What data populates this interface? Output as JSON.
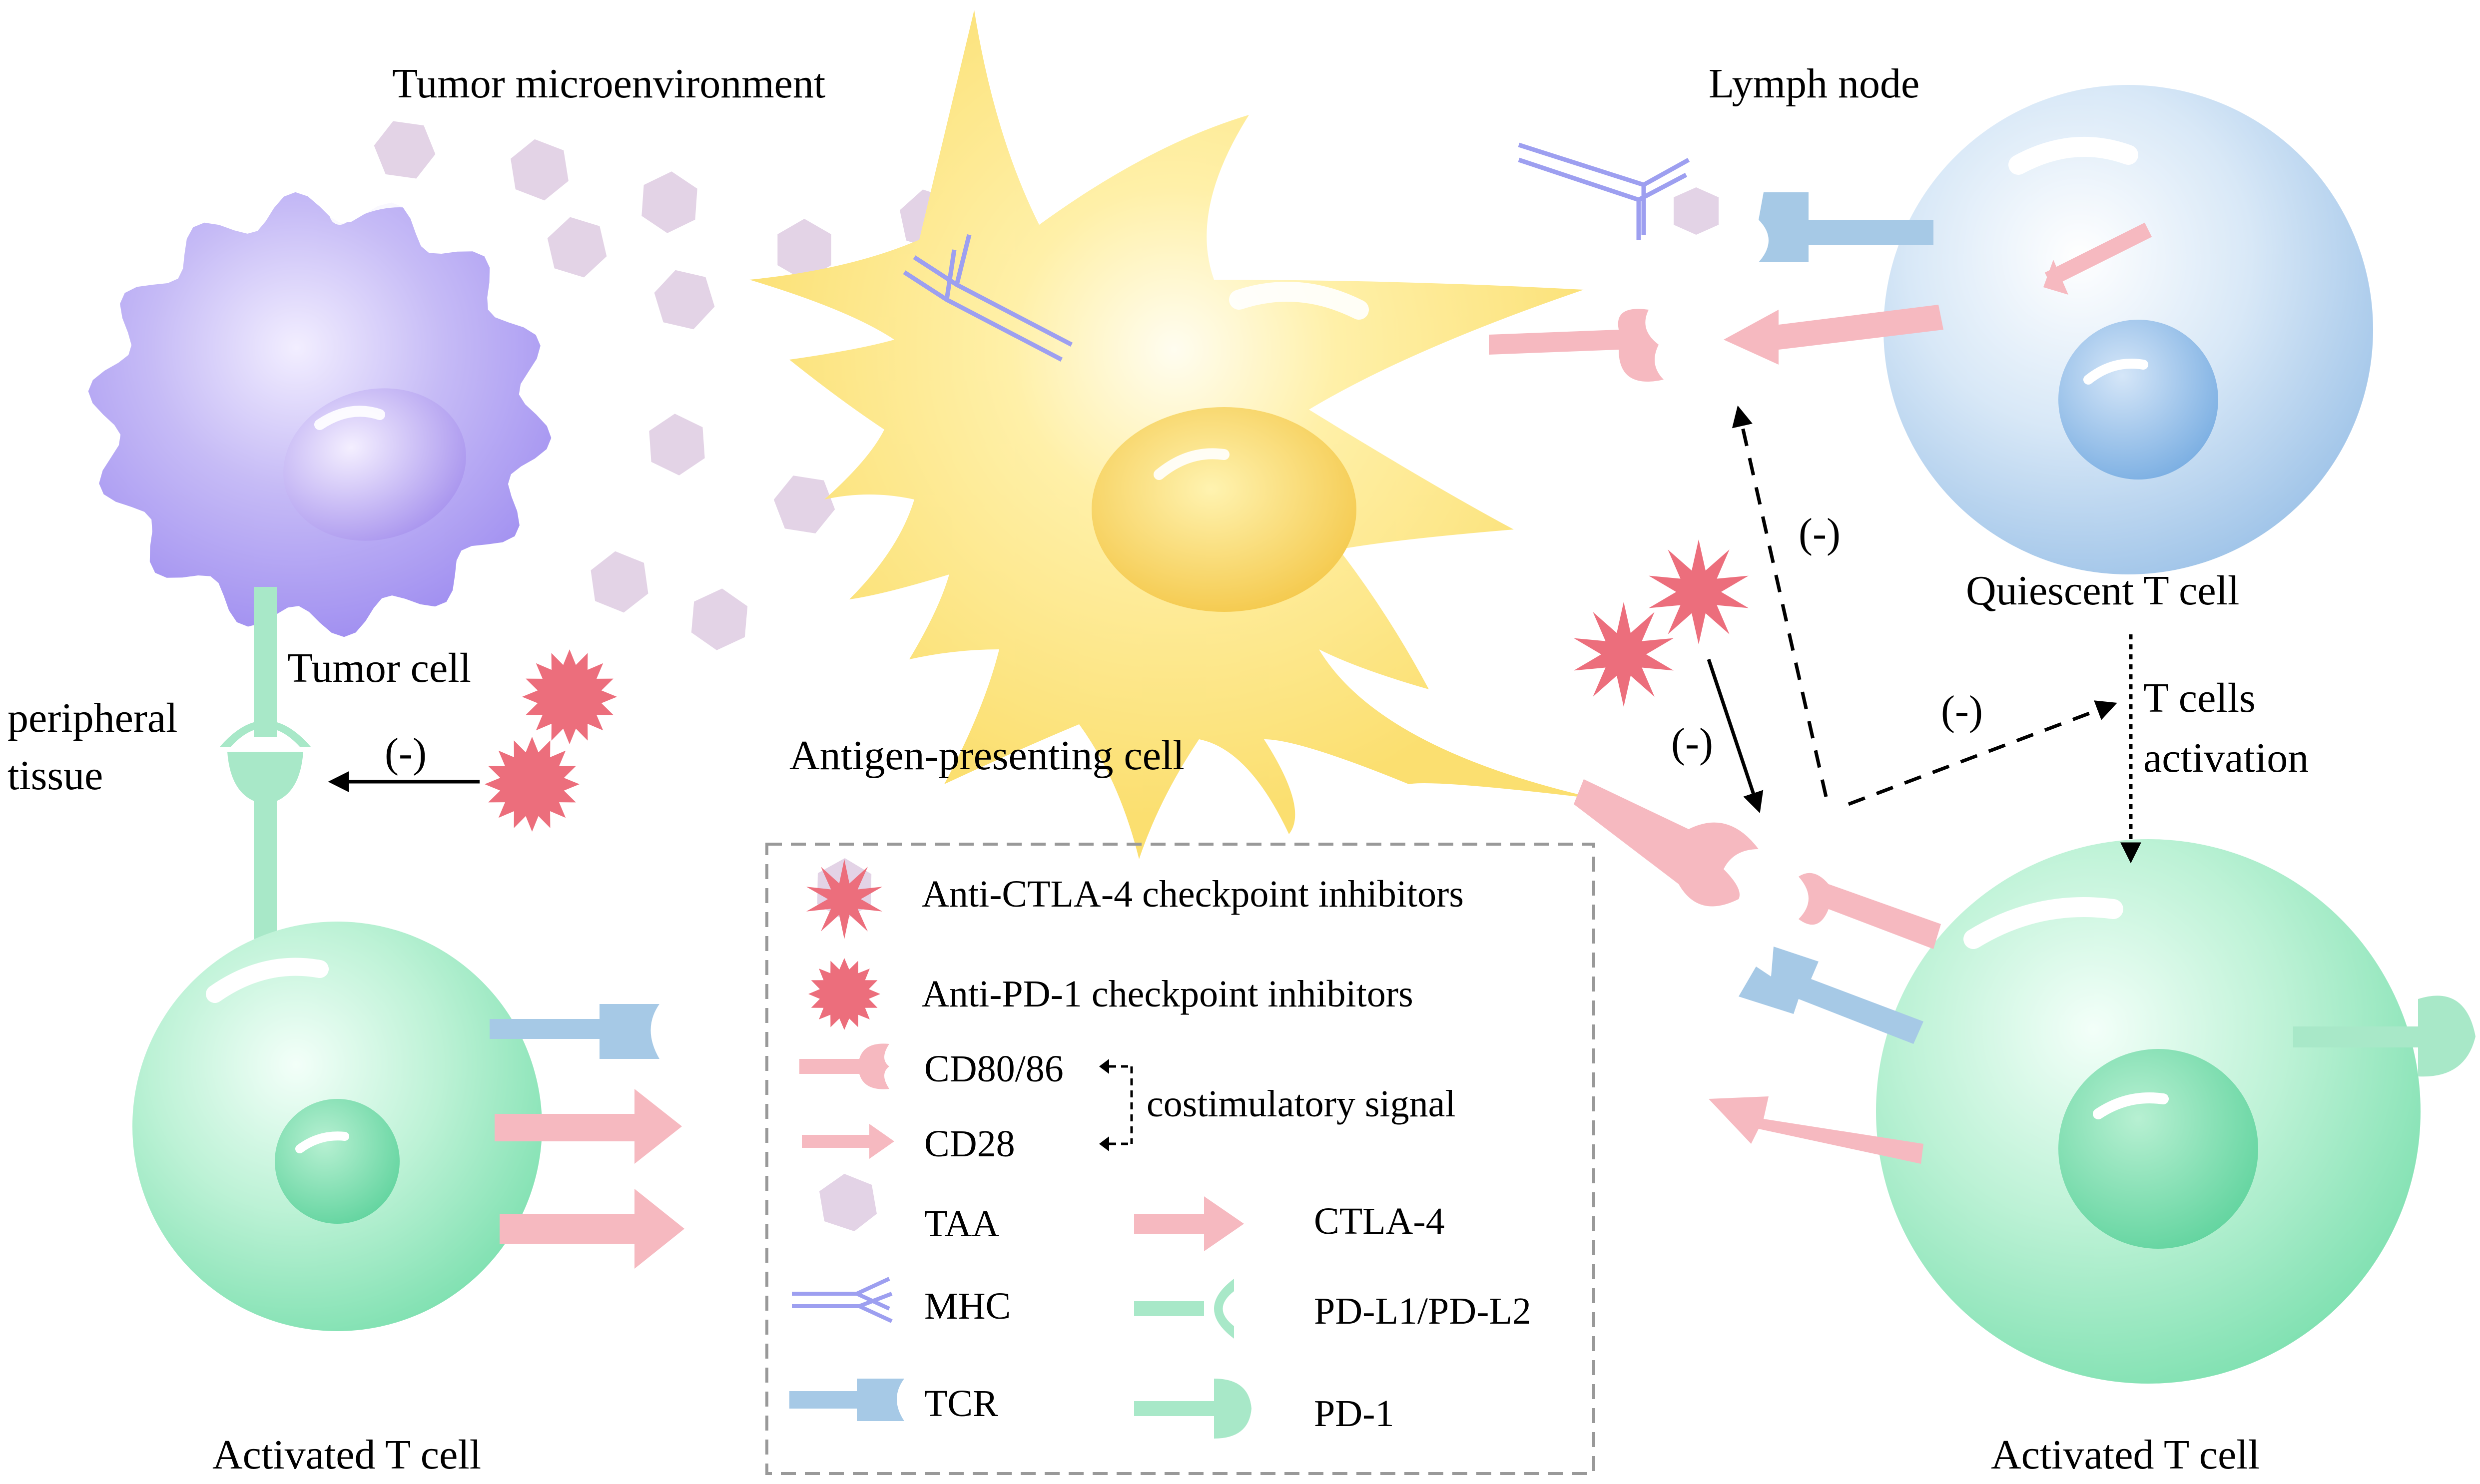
{
  "labels": {
    "tumor_microenvironment": "Tumor microenvironment",
    "lymph_node": "Lymph node",
    "tumor_cell": "Tumor cell",
    "peripheral": "peripheral",
    "tissue": "tissue",
    "antigen_presenting_cell": "Antigen-presenting cell",
    "quiescent_t_cell": "Quiescent T cell",
    "t_cells": "T cells",
    "activation": "activation",
    "activated_t_cell_left": "Activated T cell",
    "activated_t_cell_right": "Activated T cell",
    "inhibit_pd1": "(-)",
    "inhibit_dashed_up": "(-)",
    "inhibit_dashed_right": "(-)",
    "inhibit_ctla4": "(-)"
  },
  "legend": {
    "anti_ctla4": "Anti-CTLA-4 checkpoint inhibitors",
    "anti_pd1": "Anti-PD-1 checkpoint inhibitors",
    "cd80_86": "CD80/86",
    "cd28": "CD28",
    "costimulatory": "costimulatory signal",
    "taa": "TAA",
    "mhc": "MHC",
    "tcr": "TCR",
    "ctla4": "CTLA-4",
    "pdl1_pdl2": "PD-L1/PD-L2",
    "pd1": "PD-1"
  },
  "colors": {
    "tumor_cell": "#b3a6f2",
    "apc": "#fce37e",
    "quiescent": "#b7d4ee",
    "activated": "#9fe8c4",
    "taa": "#e3d3e6",
    "mhc": "#9d9ff0",
    "tcr": "#a6c9e6",
    "cd": "#f6b9c0",
    "pd": "#a8e8c8",
    "inhibitor": "#ec6e7c"
  }
}
